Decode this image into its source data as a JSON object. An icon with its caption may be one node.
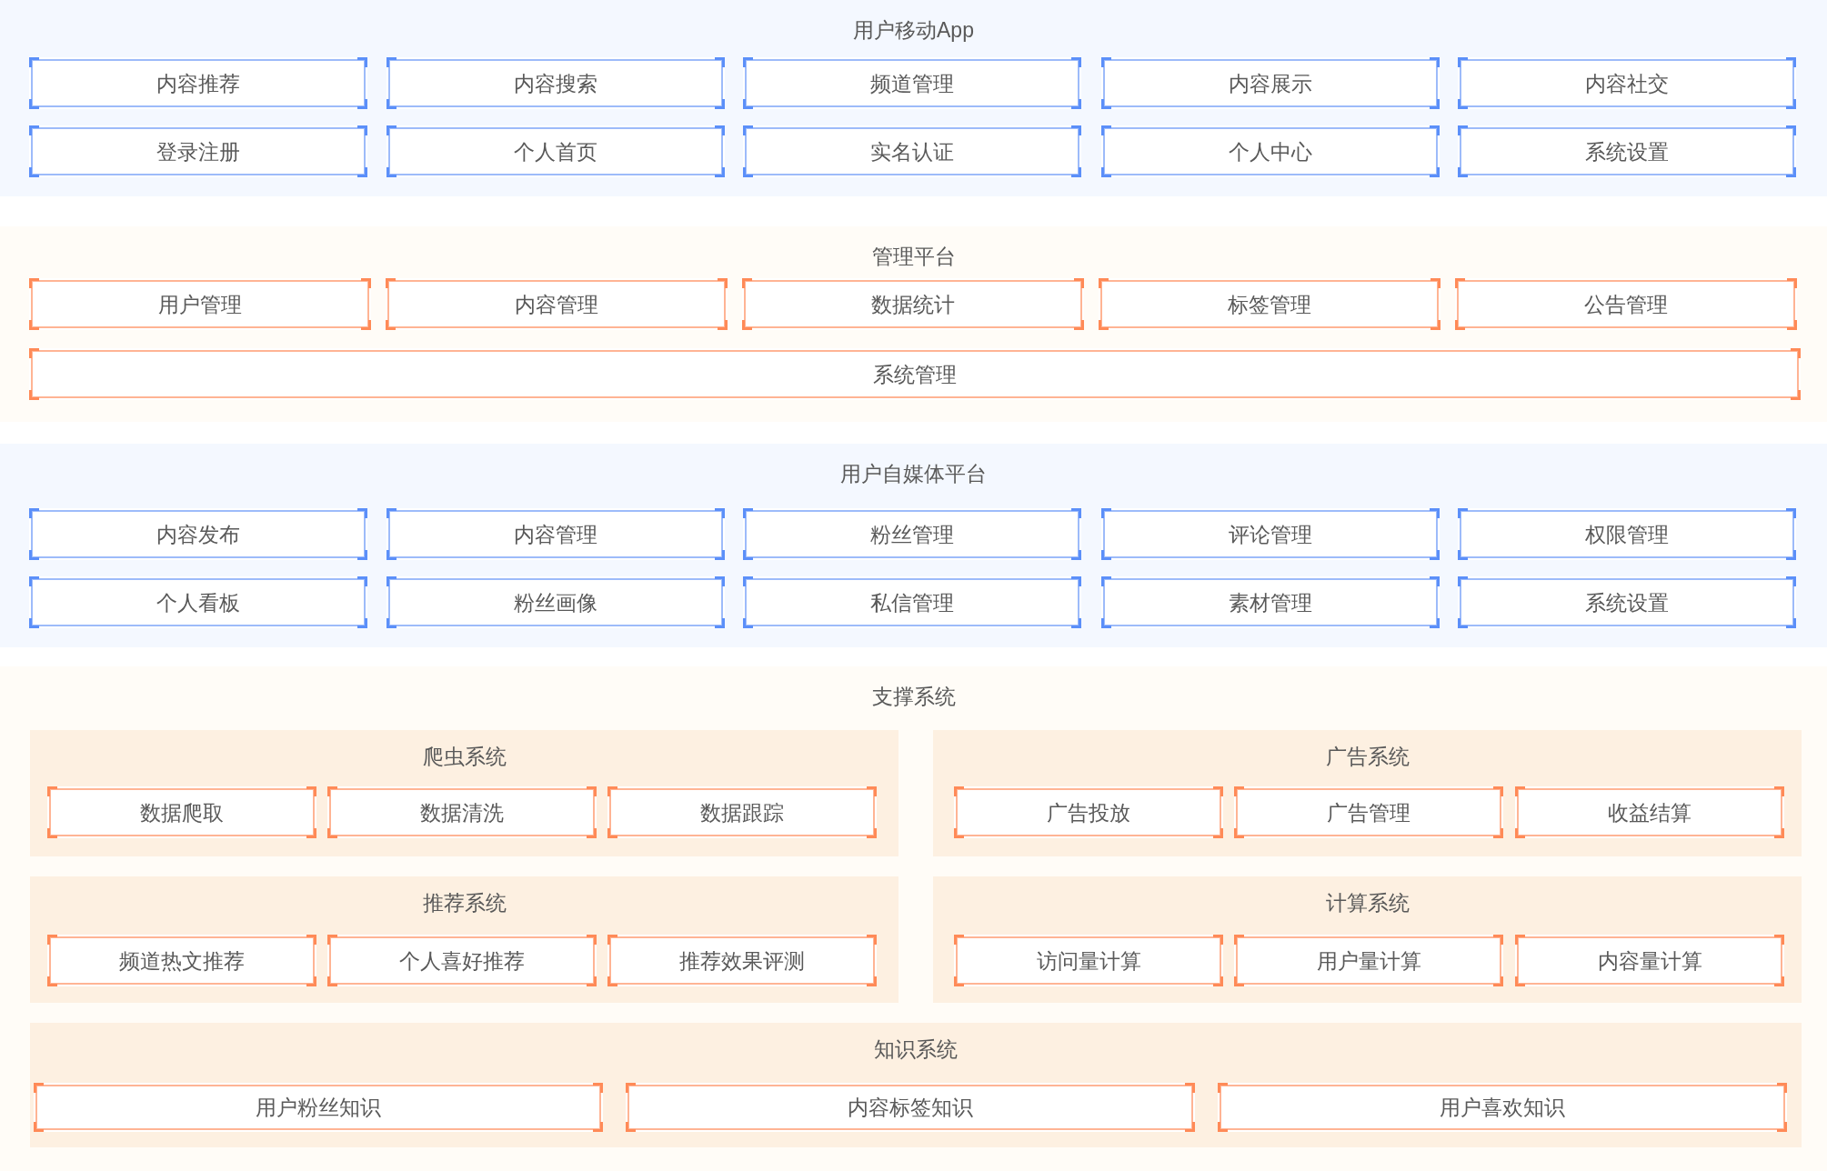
{
  "diagram": {
    "nodes": [
      {
        "text": [
          "用户移动App"
        ]
      },
      {
        "text": [
          "内容推荐"
        ],
        "in": 0
      },
      {
        "text": [
          "内容搜索"
        ],
        "in": 0
      },
      {
        "text": [
          "频道管理"
        ],
        "in": 0
      },
      {
        "text": [
          "内容展示"
        ],
        "in": 0
      },
      {
        "text": [
          "内容社交"
        ],
        "in": 0
      },
      {
        "text": [
          "登录注册"
        ],
        "in": 0
      },
      {
        "text": [
          "个人首页"
        ],
        "in": 0
      },
      {
        "text": [
          "实名认证"
        ],
        "in": 0
      },
      {
        "text": [
          "个人中心"
        ],
        "in": 0
      },
      {
        "text": [
          "系统设置"
        ],
        "in": 0
      },
      {
        "text": [
          "管理平台"
        ]
      },
      {
        "text": [
          "用户管理"
        ],
        "in": 11
      },
      {
        "text": [
          "内容管理"
        ],
        "in": 11
      },
      {
        "text": [
          "数据统计"
        ],
        "in": 11
      },
      {
        "text": [
          "标签管理"
        ],
        "in": 11
      },
      {
        "text": [
          "公告管理"
        ],
        "in": 11
      },
      {
        "text": [
          "系统管理"
        ],
        "in": 11
      },
      {
        "text": [
          "用户自媒体平台"
        ]
      },
      {
        "text": [
          "内容发布"
        ],
        "in": 18
      },
      {
        "text": [
          "内容管理"
        ],
        "in": 18
      },
      {
        "text": [
          "粉丝管理"
        ],
        "in": 18
      },
      {
        "text": [
          "评论管理"
        ],
        "in": 18
      },
      {
        "text": [
          "权限管理"
        ],
        "in": 18
      },
      {
        "text": [
          "个人看板"
        ],
        "in": 18
      },
      {
        "text": [
          "粉丝画像"
        ],
        "in": 18
      },
      {
        "text": [
          "私信管理"
        ],
        "in": 18
      },
      {
        "text": [
          "素材管理"
        ],
        "in": 18
      },
      {
        "text": [
          "系统设置"
        ],
        "in": 18
      },
      {
        "text": [
          "支撑系统"
        ]
      },
      {
        "text": [
          "爬虫系统"
        ],
        "in": 29
      },
      {
        "text": [
          "数据爬取"
        ],
        "in": 30
      },
      {
        "text": [
          "数据清洗"
        ],
        "in": 30
      },
      {
        "text": [
          "数据跟踪"
        ],
        "in": 30
      },
      {
        "text": [
          "广告系统"
        ],
        "in": 29
      },
      {
        "text": [
          "广告投放"
        ],
        "in": 34
      },
      {
        "text": [
          "广告管理"
        ],
        "in": 34
      },
      {
        "text": [
          "收益结算"
        ],
        "in": 34
      },
      {
        "text": [
          "推荐系统"
        ],
        "in": 29
      },
      {
        "text": [
          "频道热文推荐"
        ],
        "in": 38
      },
      {
        "text": [
          "个人喜好推荐"
        ],
        "in": 38
      },
      {
        "text": [
          "推荐效果评测"
        ],
        "in": 38
      },
      {
        "text": [
          "计算系统"
        ],
        "in": 29
      },
      {
        "text": [
          "访问量计算"
        ],
        "in": 42
      },
      {
        "text": [
          "用户量计算"
        ],
        "in": 42
      },
      {
        "text": [
          "内容量计算"
        ],
        "in": 42
      },
      {
        "text": [
          "知识系统"
        ],
        "in": 29
      },
      {
        "text": [
          "用户粉丝知识"
        ],
        "in": 46
      },
      {
        "text": [
          "内容标签知识"
        ],
        "in": 46
      },
      {
        "text": [
          "用户喜欢知识"
        ],
        "in": 46
      }
    ]
  }
}
